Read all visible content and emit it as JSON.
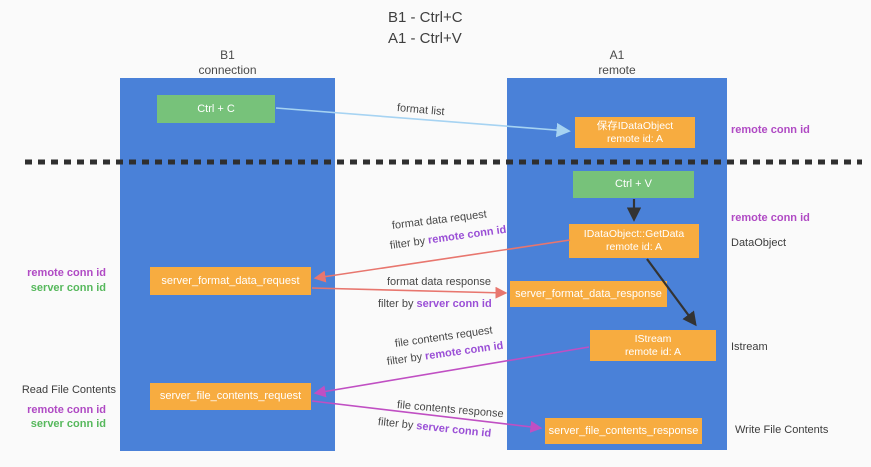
{
  "title": {
    "line1": "B1 - Ctrl+C",
    "line2": "A1 - Ctrl+V"
  },
  "lanes": {
    "left": {
      "title": "B1",
      "subtitle": "connection"
    },
    "right": {
      "title": "A1",
      "subtitle": "remote"
    }
  },
  "nodes": {
    "ctrl_c": {
      "label": "Ctrl + C"
    },
    "save_dataobject": {
      "line1": "保存IDataObject",
      "line2": "remote id: A"
    },
    "ctrl_v": {
      "label": "Ctrl + V"
    },
    "getdata": {
      "line1": "IDataObject::GetData",
      "line2": "remote id: A"
    },
    "server_format_data_request": {
      "label": "server_format_data_request"
    },
    "server_format_data_response": {
      "label": "server_format_data_response"
    },
    "istream": {
      "line1": "IStream",
      "line2": "remote id: A"
    },
    "server_file_contents_request": {
      "label": "server_file_contents_request"
    },
    "server_file_contents_response": {
      "label": "server_file_contents_response"
    }
  },
  "flow_labels": {
    "format_list": "format list",
    "format_data_request": "format data request",
    "format_data_request_filter": {
      "prefix": "filter by ",
      "key": "remote conn id"
    },
    "format_data_response": "format data response",
    "format_data_response_filter": {
      "prefix": "filter by ",
      "key": "server conn id"
    },
    "file_contents_request": "file contents request",
    "file_contents_request_filter": {
      "prefix": "filter by ",
      "key": "remote conn id"
    },
    "file_contents_response": "file contents response",
    "file_contents_response_filter": {
      "prefix": "filter by ",
      "key": "server conn id"
    }
  },
  "side_labels": {
    "right_remote_conn_top": "remote conn id",
    "right_remote_conn_mid": "remote conn id",
    "right_dataobject": "DataObject",
    "right_istream": "Istream",
    "right_write_file_contents": "Write File Contents",
    "left_remote_conn_top": "remote conn id",
    "left_server_conn_top": "server conn id",
    "left_read_file_contents": "Read File Contents",
    "left_remote_conn_bottom": "remote conn id",
    "left_server_conn_bottom": "server conn id"
  },
  "colors": {
    "lane_blue": "#4a81d8",
    "node_green": "#77c27a",
    "node_orange": "#f7ac40",
    "arrow_light_blue": "#a6d3f2",
    "arrow_red": "#e8766e",
    "arrow_magenta": "#c04fc3",
    "arrow_black": "#333333",
    "dashed_separator": "#2f2f2f",
    "label_purple_side": "#b04ac4",
    "label_purple_inline": "#9a4fd6",
    "label_green": "#56b85c",
    "text_dark": "#3c3c3c"
  }
}
